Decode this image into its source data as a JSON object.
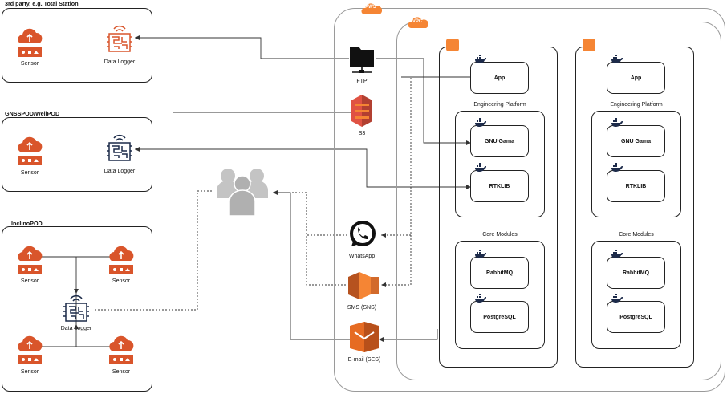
{
  "groups": {
    "third_party": {
      "title": "3rd party, e.g. Total Station",
      "sensor_label": "Sensor",
      "logger_label": "Data Logger"
    },
    "gnsspod": {
      "title": "GNSSPOD/WellPOD",
      "sensor_label": "Sensor",
      "logger_label": "Data Logger"
    },
    "inclinopod": {
      "title": "InclinoPOD",
      "sensor_labels": [
        "Sensor",
        "Sensor",
        "Sensor",
        "Sensor"
      ],
      "logger_label": "Data Logger"
    }
  },
  "aws": {
    "badge": "AWS",
    "vpc_badge": "VPC",
    "services": {
      "ftp": "FTP",
      "s3": "S3",
      "whatsapp": "WhatsApp",
      "sns": "SMS (SNS)",
      "ses": "E-mail (SES)"
    },
    "instances": [
      {
        "app": "App",
        "platform_title": "Engineering Platform",
        "gama": "GNU Gama",
        "rtklib": "RTKLIB",
        "core_title": "Core Modules",
        "rabbit": "RabbitMQ",
        "postgres": "PostgreSQL"
      },
      {
        "app": "App",
        "platform_title": "Engineering Platform",
        "gama": "GNU Gama",
        "rtklib": "RTKLIB",
        "core_title": "Core Modules",
        "rabbit": "RabbitMQ",
        "postgres": "PostgreSQL"
      }
    ]
  },
  "colors": {
    "aws_orange": "#f58534",
    "sensor_red": "#d9552b",
    "logger_navy": "#1b2a48",
    "users_gray": "#c4c4c4",
    "docker_navy": "#1d2b4a"
  }
}
